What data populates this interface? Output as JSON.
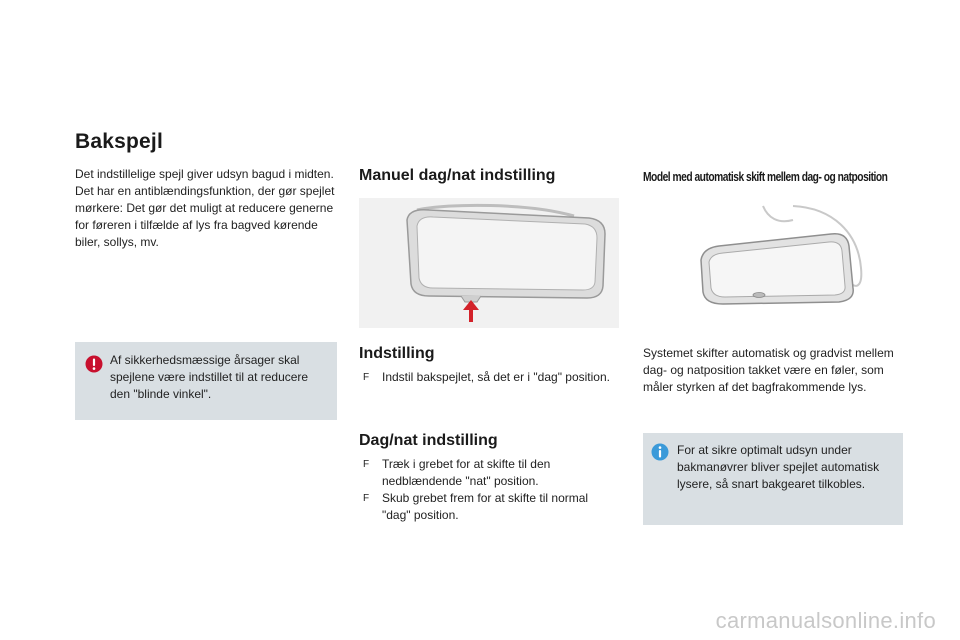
{
  "title": "Bakspejl",
  "intro": [
    "Det indstillelige spejl giver udsyn bagud i midten.",
    "Det har en antiblændingsfunktion, der gør spejlet mørkere: Det gør det muligt at reducere generne for føreren i tilfælde af lys fra bagved kørende biler, sollys, mv."
  ],
  "warning_note": {
    "icon": "warning-icon",
    "text": "Af sikkerhedsmæssige årsager skal spejlene være indstillet til at reducere den \"blinde vinkel\"."
  },
  "manual": {
    "heading": "Manuel dag/nat indstilling",
    "image_icon": "manual-rearview-mirror-illustration"
  },
  "adjust": {
    "heading": "Indstilling",
    "steps": [
      "Indstil bakspejlet, så det er i \"dag\" position."
    ]
  },
  "daynight": {
    "heading": "Dag/nat indstilling",
    "steps": [
      "Træk i grebet for at skifte til den nedblændende \"nat\" position.",
      "Skub grebet frem for at skifte til normal \"dag\" position."
    ]
  },
  "auto": {
    "heading": "Model med automatisk skift mellem dag- og natposition",
    "image_icon": "automatic-rearview-mirror-illustration",
    "text": "Systemet skifter automatisk og gradvist mellem dag- og natposition takket være en føler, som måler styrken af det bagfrakommende lys."
  },
  "info_note": {
    "icon": "info-icon",
    "text": "For at sikre optimalt udsyn under bakmanøvrer bliver spejlet automatisk lysere, så snart bakgearet tilkobles."
  },
  "bullet_glyph": "F",
  "watermark": "carmanualsonline.info",
  "colors": {
    "note_background": "#d9dfe3",
    "warning_red": "#c8102e",
    "info_blue": "#3b9ad9",
    "arrow_red": "#d3222a"
  }
}
